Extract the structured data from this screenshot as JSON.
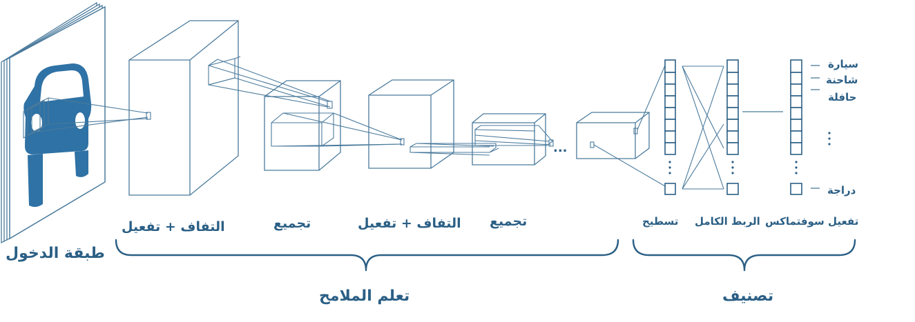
{
  "labels": {
    "input_layer": "طبقة الدخول",
    "conv1": "التفاف + تفعيل",
    "pool1": "تجميع",
    "conv2": "التفاف + تفعيل",
    "pool2": "تجميع",
    "flatten": "تسطيح",
    "fully_connected": "الربط الكامل",
    "softmax": "تفعيل سوفتماكس",
    "feature_learning": "تعلم الملامح",
    "classification": "تصنيف"
  },
  "classes": [
    "سيارة",
    "شاحنة",
    "حافلة",
    "دراجة"
  ],
  "ellipsis": "...",
  "colors": {
    "accent": "#2b5f85",
    "edges": "#4a7a9c",
    "car": "#2f72a5"
  },
  "icons": [
    "car-icon"
  ]
}
